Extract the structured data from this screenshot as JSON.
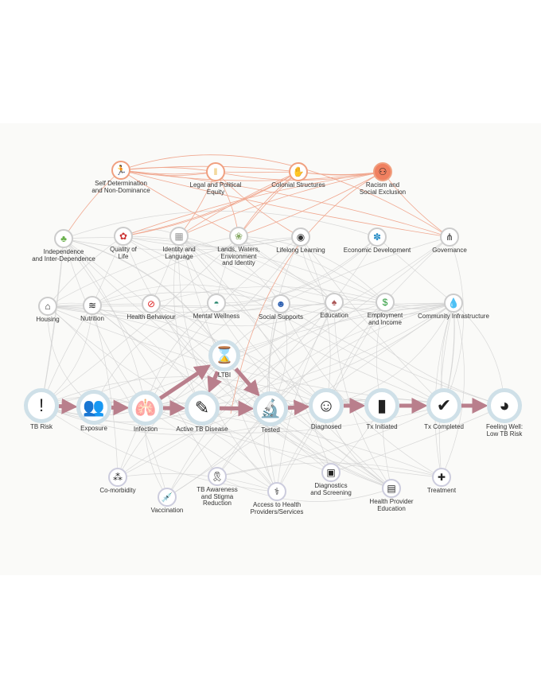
{
  "diagram": {
    "top_row": [
      {
        "label": "Self Determination\nand Non-Dominance",
        "icon": "runner-landscape-icon",
        "color": "#2a8a7a"
      },
      {
        "label": "Legal and Political\nEquity",
        "icon": "people-figures-icon",
        "color": "#e8b84a"
      },
      {
        "label": "Colonial Structures",
        "icon": "hands-icon",
        "color": "#7fb36a"
      },
      {
        "label": "Racism and\nSocial Exclusion",
        "icon": "exclusion-people-icon",
        "color": "#f08060"
      }
    ],
    "middle_row": [
      {
        "label": "Independence\nand Inter-Dependence",
        "icon": "tree-icon",
        "color": "#6ab04c"
      },
      {
        "label": "Quality of\nLife",
        "icon": "beaded-circle-icon",
        "color": "#c33"
      },
      {
        "label": "Identity and\nLanguage",
        "icon": "letters-grid-icon",
        "color": "#999"
      },
      {
        "label": "Lands, Waters,\nEnvironment\nand Identity",
        "icon": "floral-beadwork-icon",
        "color": "#8a6"
      },
      {
        "label": "Lifelong Learning",
        "icon": "owl-icon",
        "color": "#333"
      },
      {
        "label": "Economic Development",
        "icon": "flower-icon",
        "color": "#2b8fc7"
      },
      {
        "label": "Governance",
        "icon": "headdress-icon",
        "color": "#333"
      }
    ],
    "third_row": [
      {
        "label": "Housing",
        "icon": "house-icon",
        "color": "#333"
      },
      {
        "label": "Nutrition",
        "icon": "fish-icon",
        "color": "#222"
      },
      {
        "label": "Health Behaviour",
        "icon": "no-smoking-icon",
        "color": "#d22"
      },
      {
        "label": "Mental Wellness",
        "icon": "sunrise-icon",
        "color": "#2f8a72"
      },
      {
        "label": "Social Supports",
        "icon": "community-people-icon",
        "color": "#2d5fb0"
      },
      {
        "label": "Education",
        "icon": "book-tree-icon",
        "color": "#a55"
      },
      {
        "label": "Employment\nand Income",
        "icon": "money-bag-icon",
        "color": "#2a9a3a"
      },
      {
        "label": "Community Infrastructure",
        "icon": "water-drop-icon",
        "color": "#2a7ed0"
      }
    ],
    "pathway": [
      {
        "label": "TB Risk",
        "icon": "exclamation-icon"
      },
      {
        "label": "Exposure",
        "icon": "cough-people-icon"
      },
      {
        "label": "Infection",
        "icon": "lungs-icon"
      },
      {
        "label": "Active TB Disease",
        "icon": "sick-person-icon"
      },
      {
        "label": "LTBI",
        "icon": "hourglass-icon"
      },
      {
        "label": "Tested",
        "icon": "microscope-icon"
      },
      {
        "label": "Diagnosed",
        "icon": "doctor-icon"
      },
      {
        "label": "Tx Initiated",
        "icon": "pill-bottles-icon"
      },
      {
        "label": "Tx Completed",
        "icon": "clipboard-check-icon"
      },
      {
        "label": "Feeling Well:\nLow TB Risk",
        "icon": "medicine-wheel-icon"
      }
    ],
    "bottom_row": [
      {
        "label": "Co-morbidity",
        "icon": "comorbidity-circles-icon"
      },
      {
        "label": "Vaccination",
        "icon": "syringe-icon"
      },
      {
        "label": "TB Awareness\nand Stigma\nReduction",
        "icon": "awareness-ribbon-icon"
      },
      {
        "label": "Access to Health\nProviders/Services",
        "icon": "caduceus-icon"
      },
      {
        "label": "Diagnostics\nand Screening",
        "icon": "screening-device-icon"
      },
      {
        "label": "Health Provider\nEducation",
        "icon": "classroom-icon"
      },
      {
        "label": "Treatment",
        "icon": "medicine-bottle-icon"
      }
    ],
    "colors": {
      "pathway_arrow": "#b97f8c",
      "influence_edge": "#f0a890",
      "edge": "#cfcfcf"
    }
  }
}
